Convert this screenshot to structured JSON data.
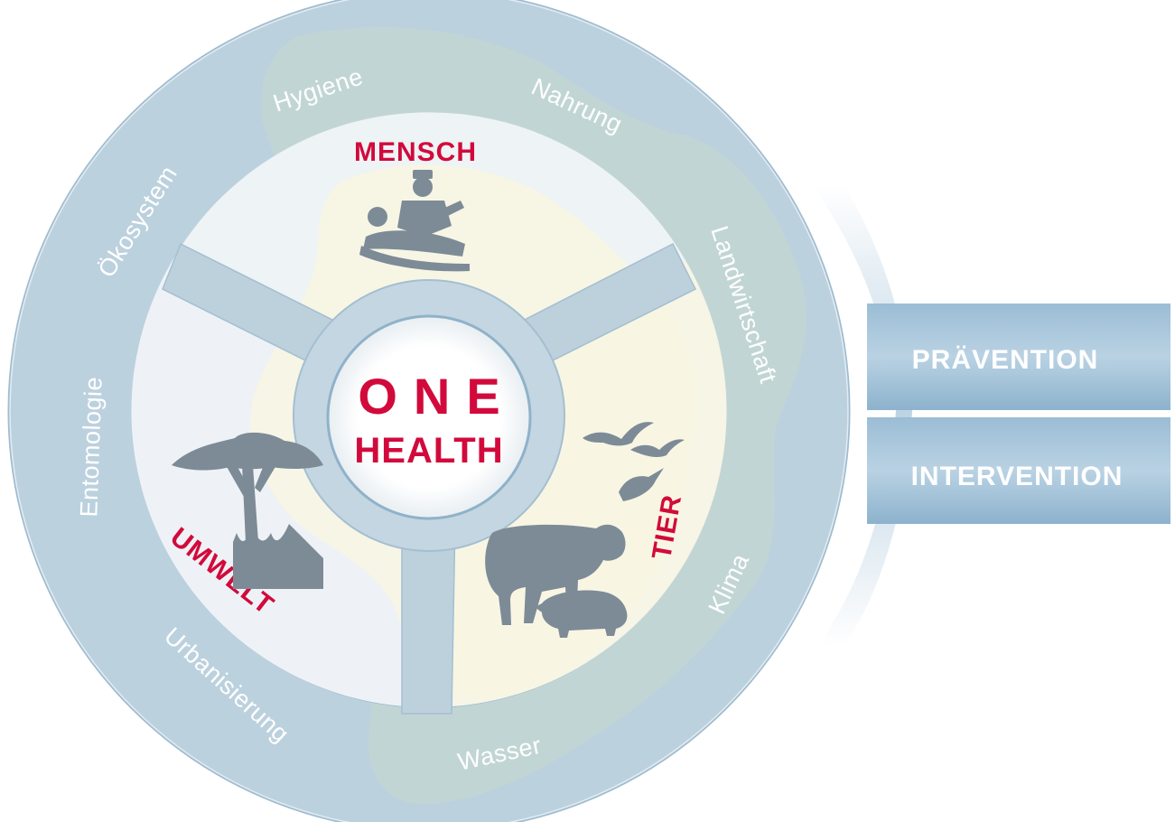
{
  "center": {
    "line1": "ONE",
    "line2": "HEALTH"
  },
  "sectors": {
    "mensch": "MENSCH",
    "umwelt": "UMWELT",
    "tier": "TIER"
  },
  "ring_labels": {
    "hygiene": "Hygiene",
    "nahrung": "Nahrung",
    "oekosystem": "Ökosystem",
    "landwirtschaft": "Landwirtschaft",
    "entomologie": "Entomologie",
    "klima": "Klima",
    "urbanisierung": "Urbanisierung",
    "wasser": "Wasser"
  },
  "bars": {
    "top": "PRÄVENTION",
    "bottom": "INTERVENTION"
  },
  "icons": [
    "doctor-patient-icon",
    "acacia-tree-icon",
    "birds-icon",
    "cow-icon",
    "pig-icon"
  ],
  "colors": {
    "accent_red": "#d20a3c",
    "ring_blue": "#a9c3d6",
    "spoke_blue": "#b9cfdc",
    "sector_fill": "#eef3f4",
    "land_tint": "#f7f5e2",
    "icon_gray": "#7d8b97",
    "bar_blue": "#8fb4cf"
  }
}
